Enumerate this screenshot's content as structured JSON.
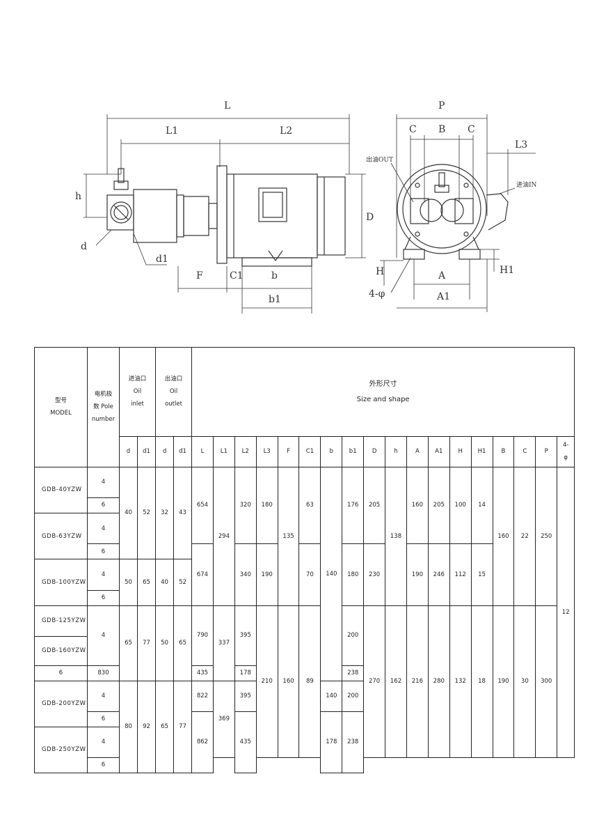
{
  "drawing": {
    "side_view": {
      "L": "L",
      "L1": "L1",
      "L2": "L2",
      "h": "h",
      "d": "d",
      "d1": "d1",
      "D": "D",
      "F": "F",
      "C1": "C1",
      "b": "b",
      "b1": "b1"
    },
    "end_view": {
      "P": "P",
      "C_left": "C",
      "B": "B",
      "C_right": "C",
      "L3": "L3",
      "out_label": "出油OUT",
      "in_label": "进油IN",
      "H": "H",
      "A": "A",
      "H1": "H1",
      "hole": "4-φ",
      "A1": "A1"
    }
  },
  "table": {
    "headers": {
      "model_cn": "型号",
      "model_en": "MODEL",
      "pole_cn": "电机极",
      "pole_en1": "数 Pole",
      "pole_en2": "number",
      "inlet_cn": "进油口",
      "inlet_en1": "Oil",
      "inlet_en2": "inlet",
      "outlet_cn": "出油口",
      "outlet_en1": "Oil",
      "outlet_en2": "outlet",
      "size_cn": "外形尺寸",
      "size_en": "Size and shape",
      "phi_top": "4-",
      "phi_bottom": "φ"
    },
    "columns": [
      "d",
      "d1",
      "d",
      "d1",
      "L",
      "L1",
      "L2",
      "L3",
      "F",
      "C1",
      "b",
      "b1",
      "D",
      "h",
      "A",
      "A1",
      "H",
      "H1",
      "B",
      "C",
      "P"
    ],
    "models": [
      "GDB-40YZW",
      "GDB-63YZW",
      "GDB-100YZW",
      "GDB-125YZW",
      "GDB-160YZW",
      "GDB-200YZW",
      "GDB-250YZW"
    ],
    "poles": [
      "4",
      "6",
      "4",
      "6",
      "4",
      "6",
      "4",
      "6",
      "4",
      "6",
      "4",
      "6"
    ],
    "inlet_d": [
      "40",
      "50",
      "65",
      "80"
    ],
    "inlet_d1": [
      "52",
      "65",
      "77",
      "92"
    ],
    "outlet_d": [
      "32",
      "40",
      "50",
      "65"
    ],
    "outlet_d1": [
      "43",
      "52",
      "65",
      "77"
    ],
    "L": [
      "654",
      "674",
      "790",
      "830",
      "822",
      "862"
    ],
    "L1": [
      "294",
      "337",
      "369"
    ],
    "L2": [
      "320",
      "340",
      "395",
      "435",
      "395",
      "435"
    ],
    "L3": [
      "180",
      "190",
      "210"
    ],
    "F": [
      "135",
      "160"
    ],
    "C1": [
      "63",
      "70",
      "89"
    ],
    "b": [
      "140",
      "178",
      "140",
      "178"
    ],
    "b1": [
      "176",
      "180",
      "200",
      "238",
      "200",
      "238"
    ],
    "D": [
      "205",
      "230",
      "270"
    ],
    "h": [
      "138",
      "162"
    ],
    "A": [
      "160",
      "190",
      "216"
    ],
    "A1": [
      "205",
      "246",
      "280"
    ],
    "H": [
      "100",
      "112",
      "132"
    ],
    "H1": [
      "14",
      "15",
      "18"
    ],
    "B": [
      "160",
      "190"
    ],
    "C": [
      "22",
      "30"
    ],
    "P": [
      "250",
      "300"
    ],
    "phi": "12"
  }
}
